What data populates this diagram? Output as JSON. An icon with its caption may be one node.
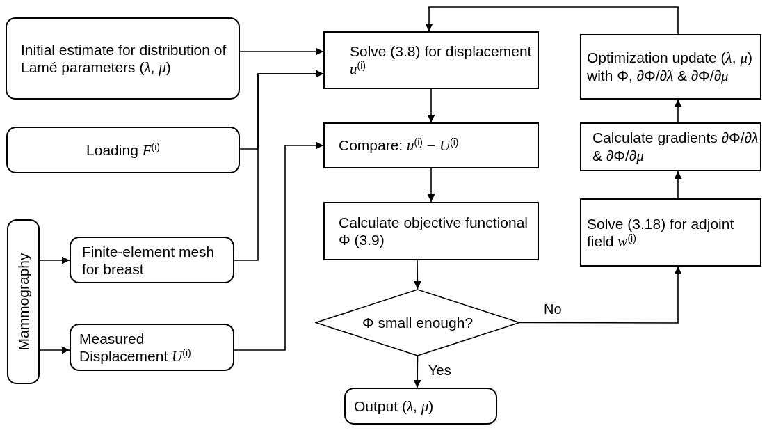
{
  "diagram": {
    "nodes": [
      {
        "text": [
          "Initial estimate for distribution of Lamé parameters (*λ*, *μ*)"
        ]
      },
      {
        "text": [
          "Loading *F*$^{(i)}$"
        ]
      },
      {
        "text": [
          "Mammography"
        ]
      },
      {
        "text": [
          "Finite-element mesh for breast"
        ]
      },
      {
        "text": [
          "Measured Displacement *U*$^{(i)}$"
        ]
      },
      {
        "text": [
          "Solve (3.8) for displacement *u*$^{(i)}$"
        ]
      },
      {
        "text": [
          "Compare: *u*$^{(i)}$ − *U*$^{(i)}$"
        ]
      },
      {
        "text": [
          "Calculate objective functional Φ (3.9)"
        ]
      },
      {
        "text": [
          "Φ small enough?"
        ]
      },
      {
        "text": [
          "Output (*λ*, *μ*)"
        ]
      },
      {
        "text": [
          "Optimization update (*λ*, *μ*) with Φ, ∂Φ/∂*λ* & ∂Φ/∂*μ*"
        ]
      },
      {
        "text": [
          "Calculate gradients ∂Φ/∂*λ* & ∂Φ/∂*μ*"
        ]
      },
      {
        "text": [
          "Solve (3.18) for adjoint field *w*$^{(i)}$"
        ]
      }
    ],
    "edges": [
      {
        "from": 0,
        "to": 5,
        "arrow": "to"
      },
      {
        "from": 1,
        "to": 5,
        "arrow": "to"
      },
      {
        "from": 3,
        "to": 5,
        "arrow": "to"
      },
      {
        "from": 4,
        "to": 6,
        "arrow": "to"
      },
      {
        "from": 2,
        "to": 3,
        "arrow": "to"
      },
      {
        "from": 2,
        "to": 4,
        "arrow": "to"
      },
      {
        "from": 5,
        "to": 6,
        "arrow": "to"
      },
      {
        "from": 6,
        "to": 7,
        "arrow": "to"
      },
      {
        "from": 7,
        "to": 8,
        "arrow": "to"
      },
      {
        "from": 8,
        "to": 9,
        "arrow": "to",
        "label": "Yes"
      },
      {
        "from": 8,
        "to": 12,
        "arrow": "to",
        "label": "No"
      },
      {
        "from": 12,
        "to": 11,
        "arrow": "to"
      },
      {
        "from": 11,
        "to": 10,
        "arrow": "to"
      },
      {
        "from": 10,
        "to": 5,
        "arrow": "to"
      }
    ]
  }
}
